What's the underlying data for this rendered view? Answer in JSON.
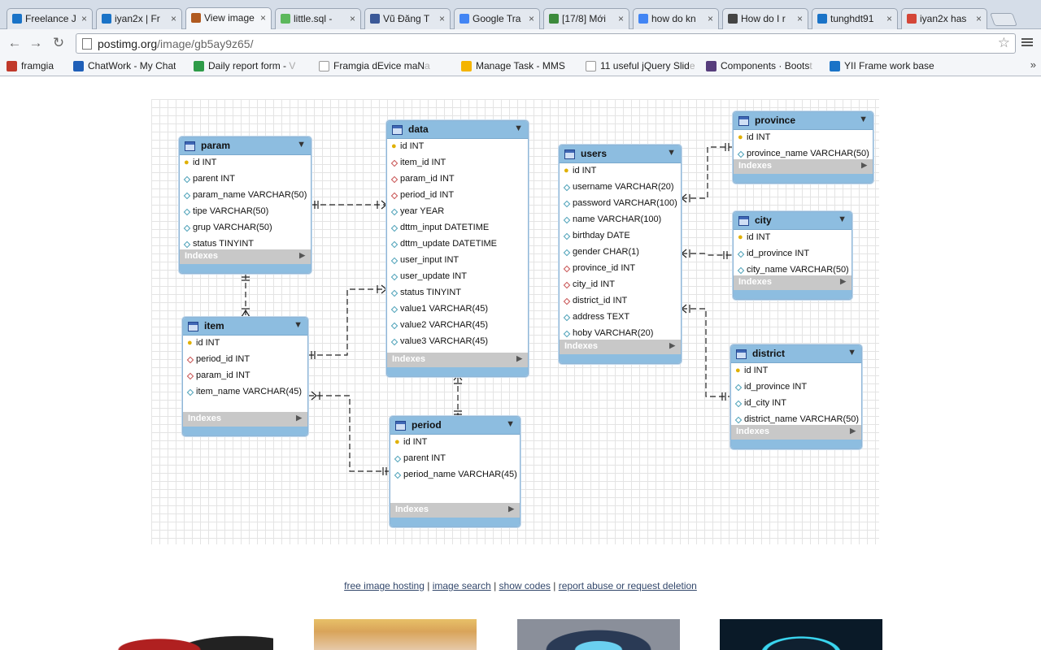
{
  "browser": {
    "tabs": [
      {
        "title": "Freelance J",
        "favicon_color": "#1a73c7",
        "active": false
      },
      {
        "title": "iyan2x | Fr",
        "favicon_color": "#1a73c7",
        "active": false
      },
      {
        "title": "View image",
        "favicon_color": "#b05a20",
        "active": true
      },
      {
        "title": "little.sql -",
        "favicon_color": "#5cb85c",
        "active": false
      },
      {
        "title": "Vũ Đăng T",
        "favicon_color": "#3b5998",
        "active": false
      },
      {
        "title": "Google Tra",
        "favicon_color": "#4285f4",
        "active": false
      },
      {
        "title": "[17/8] Mới",
        "favicon_color": "#3c8a3c",
        "active": false
      },
      {
        "title": "how do kn",
        "favicon_color": "#4285f4",
        "active": false
      },
      {
        "title": "How do I r",
        "favicon_color": "#444444",
        "active": false
      },
      {
        "title": "tunghdt91",
        "favicon_color": "#1a73c7",
        "active": false
      },
      {
        "title": "iyan2x has",
        "favicon_color": "#d44638",
        "active": false
      }
    ],
    "url_domain": "postimg.org",
    "url_path": "/image/gb5ay9z65/",
    "bookmarks": [
      {
        "label": "framgia",
        "faded": "",
        "icon_color": "#c0392b"
      },
      {
        "label": "ChatWork - My Chat",
        "faded": "",
        "icon_color": "#1f5fb8"
      },
      {
        "label": "Daily report form - ",
        "faded": "V",
        "icon_color": "#2e9b48"
      },
      {
        "label": "Framgia dEvice maN",
        "faded": "a",
        "icon_color": "#ffffff"
      },
      {
        "label": "",
        "faded": "",
        "icon_color": "#3b5998"
      },
      {
        "label": "Manage Task - MMS",
        "faded": "",
        "icon_color": "#f4b400"
      },
      {
        "label": "11 useful jQuery Slid",
        "faded": "e",
        "icon_color": "#ffffff"
      },
      {
        "label": "Components · Boots",
        "faded": "t",
        "icon_color": "#563d7c"
      },
      {
        "label": "YII Frame work base",
        "faded": "",
        "icon_color": "#1a73c7"
      }
    ]
  },
  "diagram": {
    "indexes_label": "Indexes",
    "tables": {
      "param": {
        "name": "param",
        "columns": [
          {
            "text": "id INT",
            "kind": "pk"
          },
          {
            "text": "parent INT",
            "kind": "col"
          },
          {
            "text": "param_name VARCHAR(50)",
            "kind": "col"
          },
          {
            "text": "tipe VARCHAR(50)",
            "kind": "col"
          },
          {
            "text": "grup VARCHAR(50)",
            "kind": "col"
          },
          {
            "text": "status TINYINT",
            "kind": "col"
          }
        ]
      },
      "data": {
        "name": "data",
        "columns": [
          {
            "text": "id INT",
            "kind": "pk"
          },
          {
            "text": "item_id INT",
            "kind": "fk"
          },
          {
            "text": "param_id INT",
            "kind": "fk"
          },
          {
            "text": "period_id INT",
            "kind": "fk"
          },
          {
            "text": "year YEAR",
            "kind": "col"
          },
          {
            "text": "dttm_input DATETIME",
            "kind": "col"
          },
          {
            "text": "dttm_update DATETIME",
            "kind": "col"
          },
          {
            "text": "user_input INT",
            "kind": "col"
          },
          {
            "text": "user_update INT",
            "kind": "col"
          },
          {
            "text": "status TINYINT",
            "kind": "col"
          },
          {
            "text": "value1 VARCHAR(45)",
            "kind": "col"
          },
          {
            "text": "value2 VARCHAR(45)",
            "kind": "col"
          },
          {
            "text": "value3 VARCHAR(45)",
            "kind": "col"
          }
        ]
      },
      "users": {
        "name": "users",
        "columns": [
          {
            "text": "id INT",
            "kind": "pk"
          },
          {
            "text": "username VARCHAR(20)",
            "kind": "col"
          },
          {
            "text": "password VARCHAR(100)",
            "kind": "col"
          },
          {
            "text": "name VARCHAR(100)",
            "kind": "col"
          },
          {
            "text": "birthday DATE",
            "kind": "col"
          },
          {
            "text": "gender CHAR(1)",
            "kind": "col"
          },
          {
            "text": "province_id INT",
            "kind": "fk"
          },
          {
            "text": "city_id INT",
            "kind": "fk"
          },
          {
            "text": "district_id INT",
            "kind": "fk"
          },
          {
            "text": "address TEXT",
            "kind": "col"
          },
          {
            "text": "hoby VARCHAR(20)",
            "kind": "col"
          }
        ]
      },
      "province": {
        "name": "province",
        "columns": [
          {
            "text": "id INT",
            "kind": "pk"
          },
          {
            "text": "province_name VARCHAR(50)",
            "kind": "col"
          }
        ]
      },
      "city": {
        "name": "city",
        "columns": [
          {
            "text": "id INT",
            "kind": "pk"
          },
          {
            "text": "id_province INT",
            "kind": "col"
          },
          {
            "text": "city_name VARCHAR(50)",
            "kind": "col"
          }
        ]
      },
      "item": {
        "name": "item",
        "columns": [
          {
            "text": "id INT",
            "kind": "pk"
          },
          {
            "text": "period_id INT",
            "kind": "fk"
          },
          {
            "text": "param_id INT",
            "kind": "fk"
          },
          {
            "text": "item_name VARCHAR(45)",
            "kind": "col"
          }
        ]
      },
      "period": {
        "name": "period",
        "columns": [
          {
            "text": "id INT",
            "kind": "pk"
          },
          {
            "text": "parent INT",
            "kind": "col"
          },
          {
            "text": "period_name VARCHAR(45)",
            "kind": "col"
          }
        ]
      },
      "district": {
        "name": "district",
        "columns": [
          {
            "text": "id INT",
            "kind": "pk"
          },
          {
            "text": "id_province INT",
            "kind": "col"
          },
          {
            "text": "id_city INT",
            "kind": "col"
          },
          {
            "text": "district_name VARCHAR(50)",
            "kind": "col"
          }
        ]
      }
    }
  },
  "footer": {
    "links": [
      "free image hosting",
      "image search",
      "show codes",
      "report abuse or request deletion"
    ],
    "separator": "|"
  }
}
